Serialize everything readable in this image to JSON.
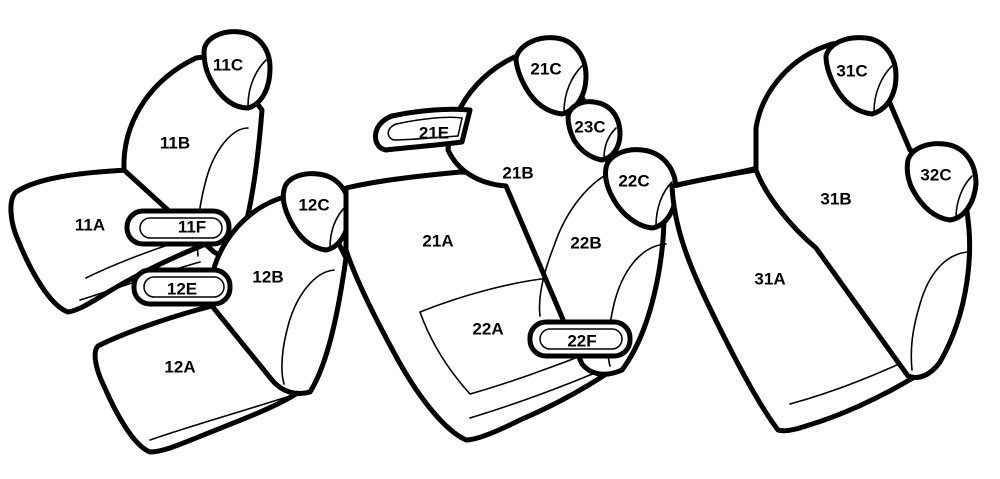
{
  "diagram": {
    "line_color": "#000000",
    "fill_color": "#ffffff",
    "parts": {
      "p11A": "11A",
      "p11B": "11B",
      "p11C": "11C",
      "p11F": "11F",
      "p12A": "12A",
      "p12B": "12B",
      "p12C": "12C",
      "p12E": "12E",
      "p21A": "21A",
      "p21B": "21B",
      "p21C": "21C",
      "p21E": "21E",
      "p22A": "22A",
      "p22B": "22B",
      "p22C": "22C",
      "p22F": "22F",
      "p23C": "23C",
      "p31A": "31A",
      "p31B": "31B",
      "p31C": "31C",
      "p32C": "32C"
    }
  }
}
